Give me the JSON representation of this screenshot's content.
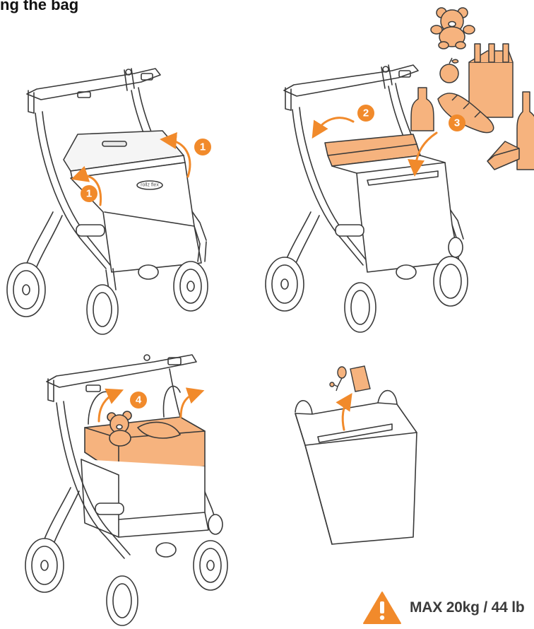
{
  "heading": "ng the bag",
  "brand_label": "rollz flex",
  "steps": [
    {
      "number": "1"
    },
    {
      "number": "1"
    },
    {
      "number": "2"
    },
    {
      "number": "3"
    },
    {
      "number": "4"
    }
  ],
  "warning": {
    "icon": "warning-triangle-icon",
    "text": "MAX 20kg / 44 lb"
  },
  "colors": {
    "accent": "#f18a2b",
    "item_fill": "#f6b37e",
    "line": "#3a3a3a"
  }
}
